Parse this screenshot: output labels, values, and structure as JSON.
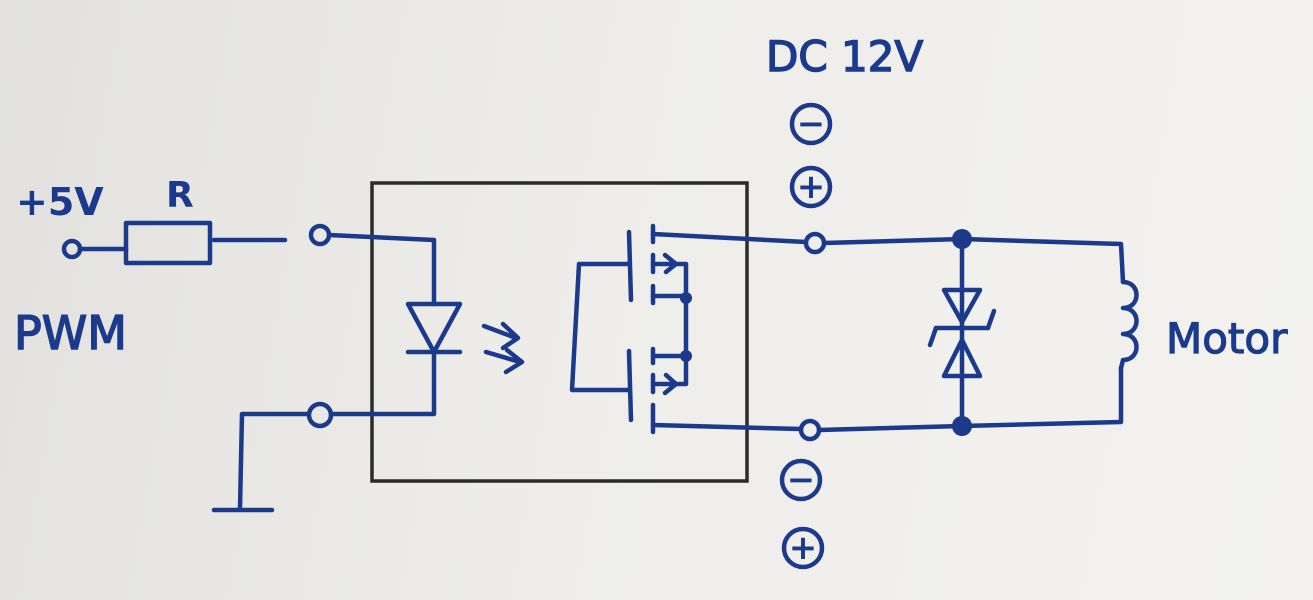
{
  "labels": {
    "supply_5v": "+5V",
    "resistor": "R",
    "pwm": "PWM",
    "dc_supply": "DC 12V",
    "motor": "Motor"
  },
  "polarity": {
    "top_minus": "−",
    "top_plus": "+",
    "bottom_minus": "−",
    "bottom_plus": "+"
  },
  "colors": {
    "ink": "#1b3a8c",
    "box": "#2b2b2b",
    "paper": "#eeedea"
  }
}
